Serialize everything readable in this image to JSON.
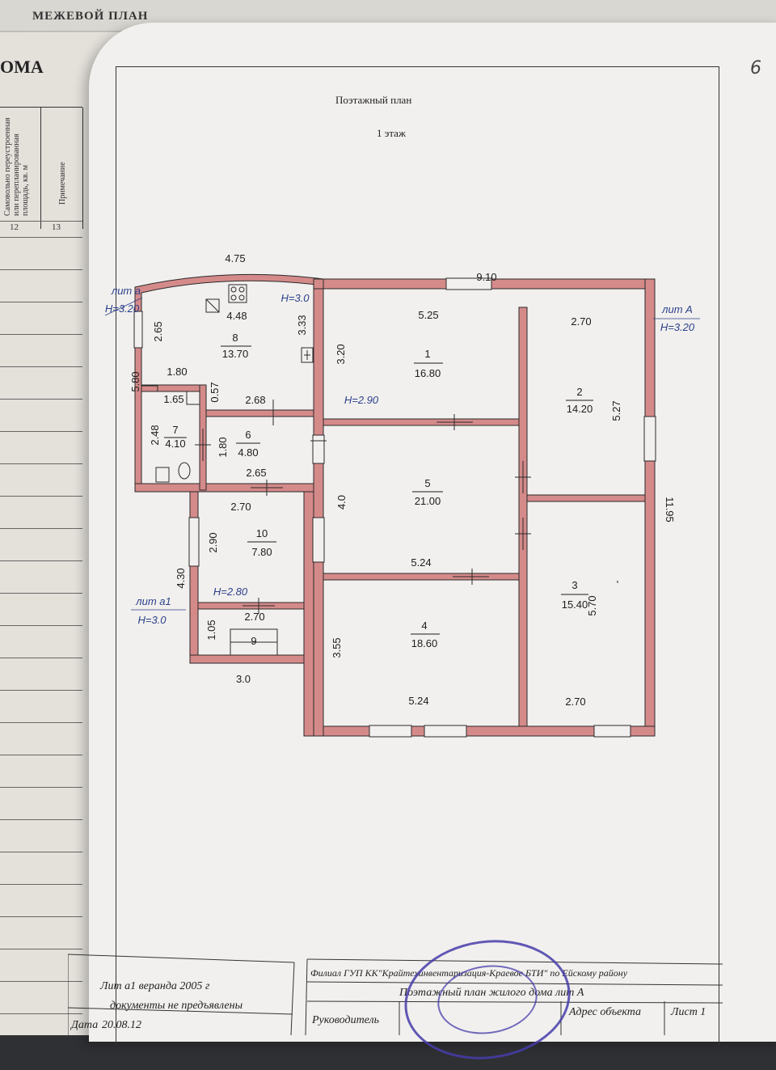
{
  "header_strip": {
    "text": "МЕЖЕВОЙ ПЛАН"
  },
  "handwritten_page_number": "6",
  "left_page": {
    "title": "ОМА",
    "columns": [
      {
        "header": "Самовольно переустроенная или перепланированная площадь, кв. м",
        "number": "12"
      },
      {
        "header": "Примечание",
        "number": "13"
      }
    ]
  },
  "plan": {
    "title": "Поэтажный план",
    "subtitle": "1 этаж",
    "lit_labels": {
      "lit_a": "лит а",
      "lit_a_h": "Н=3.20",
      "lit_A": "лит А",
      "lit_A_h": "Н=3.20",
      "lit_a1": "лит а1",
      "lit_a1_h": "Н=3.0"
    },
    "heights": {
      "h_kitchen": "Н=3.0",
      "h_main": "Н=2.90",
      "h_veranda": "Н=2.80"
    },
    "rooms": [
      {
        "num": "1",
        "area": "16.80"
      },
      {
        "num": "2",
        "area": "14.20"
      },
      {
        "num": "3",
        "area": "15.40"
      },
      {
        "num": "4",
        "area": "18.60"
      },
      {
        "num": "5",
        "area": "21.00"
      },
      {
        "num": "6",
        "area": "4.80"
      },
      {
        "num": "7",
        "area": "4.10"
      },
      {
        "num": "8",
        "area": "13.70"
      },
      {
        "num": "9",
        "area": ""
      },
      {
        "num": "10",
        "area": "7.80"
      }
    ],
    "dimensions": {
      "d_475": "4.75",
      "d_910": "9.10",
      "d_525": "5.25",
      "d_270a": "2.70",
      "d_448": "4.48",
      "d_265a": "2.65",
      "d_333": "3.33",
      "d_320": "3.20",
      "d_580": "5.80",
      "d_180a": "1.80",
      "d_165": "1.65",
      "d_057": "0.57",
      "d_268": "2.68",
      "d_248": "2.48",
      "d_180b": "1.80",
      "d_265b": "2.65",
      "d_527": "5.27",
      "d_270b": "2.70",
      "d_40": "4.0",
      "d_1195": "11.95",
      "d_290": "2.90",
      "d_430": "4.30",
      "d_524a": "5.24",
      "d_270c": "2.70",
      "d_105": "1.05",
      "d_355": "3.55",
      "d_570": "5.70",
      "d_30": "3.0",
      "d_524b": "5.24",
      "d_270d": "2.70",
      "tick": "'"
    }
  },
  "stamp_table": {
    "lit_note": "Лит а1 веранда 2005 г",
    "docs_note": "документы не предъявлены",
    "date_label": "Дата",
    "date_value": "20.08.12",
    "org": "Филиал ГУП КК\"Крайтехинвентаризация-Краевое БТИ\" по Ейскому району",
    "doc_title": "Поэтажный план жилого дома лит А",
    "head_label": "Руководитель",
    "address_label": "Адрес объекта",
    "sheet_label": "Лист 1"
  }
}
